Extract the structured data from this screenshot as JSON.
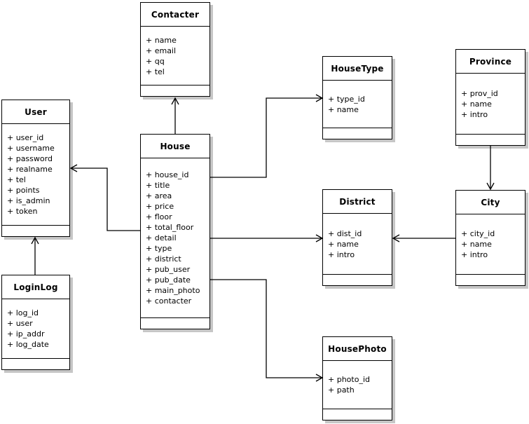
{
  "diagram": {
    "entities": [
      {
        "id": "contacter",
        "name": "Contacter",
        "attributes": [
          "+ name",
          "+ email",
          "+ qq",
          "+ tel"
        ]
      },
      {
        "id": "user",
        "name": "User",
        "attributes": [
          "+ user_id",
          "+ username",
          "+ password",
          "+ realname",
          "+ tel",
          "+ points",
          "+ is_admin",
          "+ token"
        ]
      },
      {
        "id": "loginlog",
        "name": "LoginLog",
        "attributes": [
          "+ log_id",
          "+ user",
          "+ ip_addr",
          "+ log_date"
        ]
      },
      {
        "id": "house",
        "name": "House",
        "attributes": [
          "+ house_id",
          "+ title",
          "+ area",
          "+ price",
          "+ floor",
          "+ total_floor",
          "+ detail",
          "+ type",
          "+ district",
          "+ pub_user",
          "+ pub_date",
          "+ main_photo",
          "+ contacter"
        ]
      },
      {
        "id": "housetype",
        "name": "HouseType",
        "attributes": [
          "+ type_id",
          "+ name"
        ]
      },
      {
        "id": "district",
        "name": "District",
        "attributes": [
          "+ dist_id",
          "+ name",
          "+ intro"
        ]
      },
      {
        "id": "province",
        "name": "Province",
        "attributes": [
          "+ prov_id",
          "+ name",
          "+ intro"
        ]
      },
      {
        "id": "city",
        "name": "City",
        "attributes": [
          "+ city_id",
          "+ name",
          "+ intro"
        ]
      },
      {
        "id": "housephoto",
        "name": "HousePhoto",
        "attributes": [
          "+ photo_id",
          "+ path"
        ]
      }
    ],
    "relationships": [
      {
        "from": "house",
        "to": "contacter"
      },
      {
        "from": "house",
        "to": "user"
      },
      {
        "from": "loginlog",
        "to": "user"
      },
      {
        "from": "house",
        "to": "housetype"
      },
      {
        "from": "house",
        "to": "district"
      },
      {
        "from": "city",
        "to": "district"
      },
      {
        "from": "province",
        "to": "city"
      },
      {
        "from": "house",
        "to": "housephoto"
      }
    ],
    "colors": {
      "background": "#ffffff",
      "box_fill": "#ffffff",
      "line": "#000000",
      "shadow": "#c6c6c6"
    }
  }
}
